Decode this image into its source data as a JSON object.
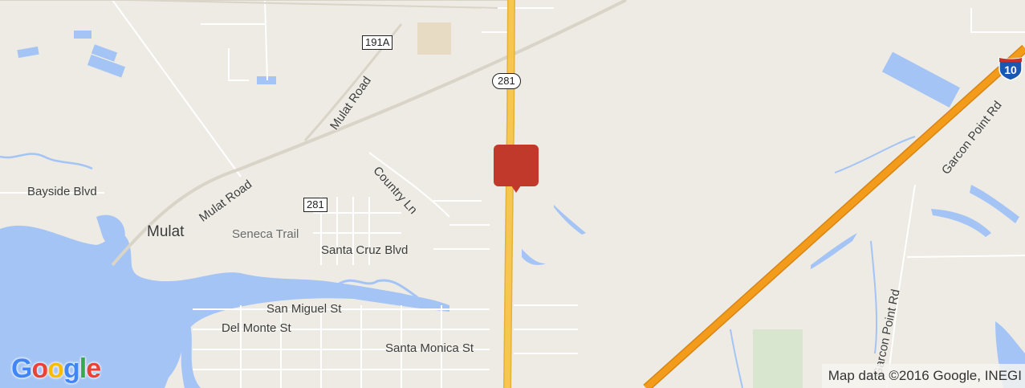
{
  "map": {
    "roads": {
      "bayside_blvd": "Bayside Blvd",
      "mulat_road_1": "Mulat Road",
      "mulat_road_2": "Mulat Road",
      "country_ln": "Country Ln",
      "santa_cruz_blvd": "Santa Cruz Blvd",
      "san_miguel_st": "San Miguel St",
      "del_monte_st": "Del Monte St",
      "santa_monica_st": "Santa Monica St",
      "garcon_point_rd_1": "Garcon Point Rd",
      "garcon_point_rd_2": "Garcon Point Rd"
    },
    "places": {
      "mulat": "Mulat",
      "seneca_trail": "Seneca Trail"
    },
    "shields": {
      "route_191a": "191A",
      "route_281_north": "281",
      "route_281_west": "281",
      "interstate_10": "10"
    },
    "logo": {
      "letters": [
        "G",
        "o",
        "o",
        "g",
        "l",
        "e"
      ],
      "colors": [
        "#4285f4",
        "#ea4335",
        "#fbbc05",
        "#4285f4",
        "#34a853",
        "#ea4335"
      ]
    },
    "attribution": "Map data ©2016 Google, INEGI",
    "colors": {
      "land": "#eeebe4",
      "water": "#a3c4f5",
      "highway": "#f7c64f",
      "interstate": "#f39c1c",
      "marker": "#c0392b"
    },
    "marker_icon": "map-pin-icon"
  }
}
